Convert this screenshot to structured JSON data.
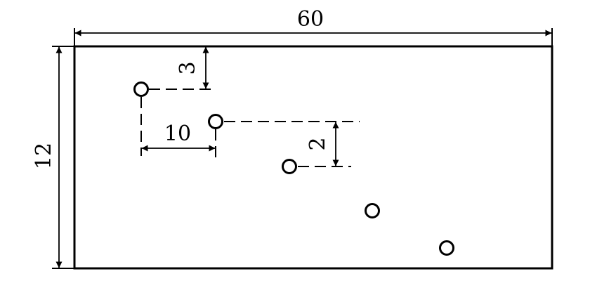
{
  "dimensions": {
    "overall_width": "60",
    "overall_height": "12",
    "top_offset": "3",
    "horizontal_spacing": "10",
    "vertical_spacing": "2"
  },
  "colors": {
    "line": "#000000",
    "background": "#ffffff"
  },
  "holes": {
    "count": 5
  }
}
